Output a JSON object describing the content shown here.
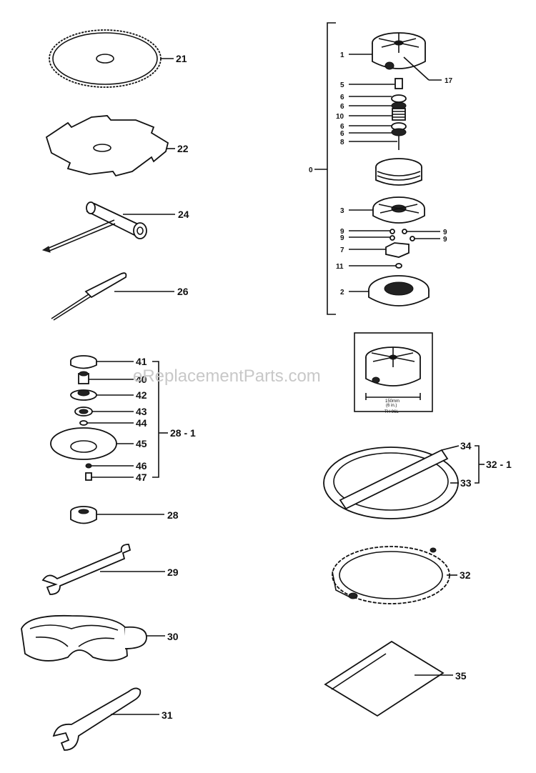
{
  "watermark": "eReplacementParts.com",
  "labels": {
    "l21": "21",
    "l22": "22",
    "l24": "24",
    "l26": "26",
    "l41": "41",
    "l40": "40",
    "l42": "42",
    "l43": "43",
    "l44": "44",
    "l45": "45",
    "l46": "46",
    "l47": "47",
    "l28_1": "28 - 1",
    "l28": "28",
    "l29": "29",
    "l30": "30",
    "l31": "31",
    "r1": "1",
    "r17": "17",
    "r5": "5",
    "r6a": "6",
    "r6b": "6",
    "r10": "10",
    "r6c": "6",
    "r6d": "6",
    "r8": "8",
    "r0": "0",
    "r3": "3",
    "r9a": "9",
    "r9b": "9",
    "r9c": "9",
    "r9d": "9",
    "r7": "7",
    "r11": "11",
    "r2": "2",
    "l34": "34",
    "l33": "33",
    "l32_1": "32 - 1",
    "l32": "32",
    "l35": "35"
  },
  "inset": {
    "dim": "150mm",
    "dim_sub": "(6 in.)",
    "model": "TH 96L"
  }
}
